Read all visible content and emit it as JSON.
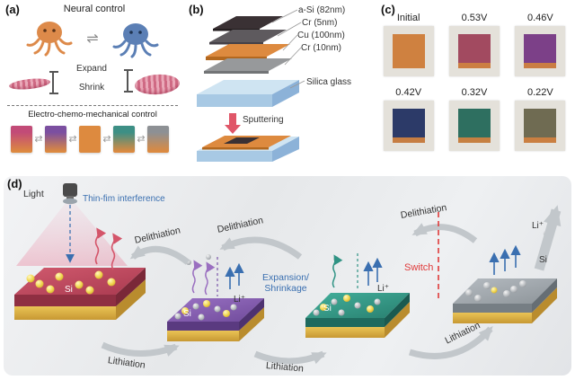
{
  "panels": {
    "a": {
      "label": "(a)",
      "neural_title": "Neural control",
      "equilibrium_icon": "⇌",
      "expand": "Expand",
      "shrink": "Shrink",
      "ecm_title": "Electro-chemo-mechanical control",
      "swap_icon": "⇄",
      "squares": [
        "#c24b77",
        "#7b4fa0",
        "#dd8a3f",
        "#3d8f85",
        "#8d9094"
      ]
    },
    "b": {
      "label": "(b)",
      "layer_labels": [
        "a-Si (82nm)",
        "Cr (5nm)",
        "Cu (100nm)",
        "Cr (10nm)"
      ],
      "glass_label": "Silica glass",
      "process_label": "Sputtering"
    },
    "c": {
      "label": "(c)",
      "samples": [
        {
          "label": "Initial",
          "color": "#cf8140"
        },
        {
          "label": "0.53V",
          "color": "#a24a60"
        },
        {
          "label": "0.46V",
          "color": "#7c4088"
        },
        {
          "label": "0.42V",
          "color": "#2c3a68"
        },
        {
          "label": "0.32V",
          "color": "#2e6f60"
        },
        {
          "label": "0.22V",
          "color": "#6f6b52"
        }
      ]
    },
    "d": {
      "label": "(d)",
      "light": "Light",
      "interference": "Thin-fim interference",
      "delithiation": "Delithiation",
      "lithiation": "Lithiation",
      "expansion": "Expansion/",
      "shrinkage": "Shrinkage",
      "switch": "Switch",
      "si": "Si",
      "li": "Li⁺",
      "colors": {
        "chip_red": "#c04a5e",
        "chip_purple": "#7a55a8",
        "chip_teal": "#2f9384",
        "chip_gray": "#9aa0a6",
        "substrate_gold": "#d9a844",
        "accent_blue": "#3a6fb0",
        "accent_red": "#e03a3a"
      }
    }
  }
}
